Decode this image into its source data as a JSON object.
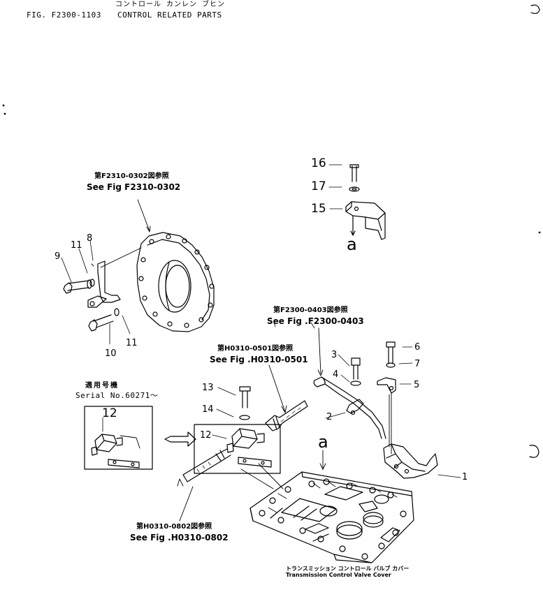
{
  "header": {
    "title_jp": "コントロール カンレン ブヒン",
    "fig_number": "FIG. F2300-1103",
    "title_en": "CONTROL RELATED PARTS"
  },
  "references": {
    "f2310": {
      "jp": "第F2310-0302図参照",
      "en": "See Fig F2310-0302"
    },
    "f2300": {
      "jp": "第F2300-0403図参照",
      "en": "See Fig .F2300-0403"
    },
    "h0501": {
      "jp": "第H0310-0501図参照",
      "en": "See Fig .H0310-0501"
    },
    "h0802": {
      "jp": "第H0310-0802図参照",
      "en": "See Fig .H0310-0802"
    }
  },
  "serial": {
    "jp": "適用号機",
    "en": "Serial No.60271～"
  },
  "cover": {
    "jp": "トランスミッション コントロール バルブ カバー",
    "en": "Transmission Control Valve Cover"
  },
  "callout_letter": "a",
  "labels": {
    "p1": "1",
    "p2": "2",
    "p3": "3",
    "p4": "4",
    "p5": "5",
    "p6": "6",
    "p7": "7",
    "p8": "8",
    "p9": "9",
    "p10": "10",
    "p11a": "11",
    "p11b": "11",
    "p12a": "12",
    "p12b": "12",
    "p13": "13",
    "p14": "14",
    "p15": "15",
    "p16": "16",
    "p17": "17"
  }
}
